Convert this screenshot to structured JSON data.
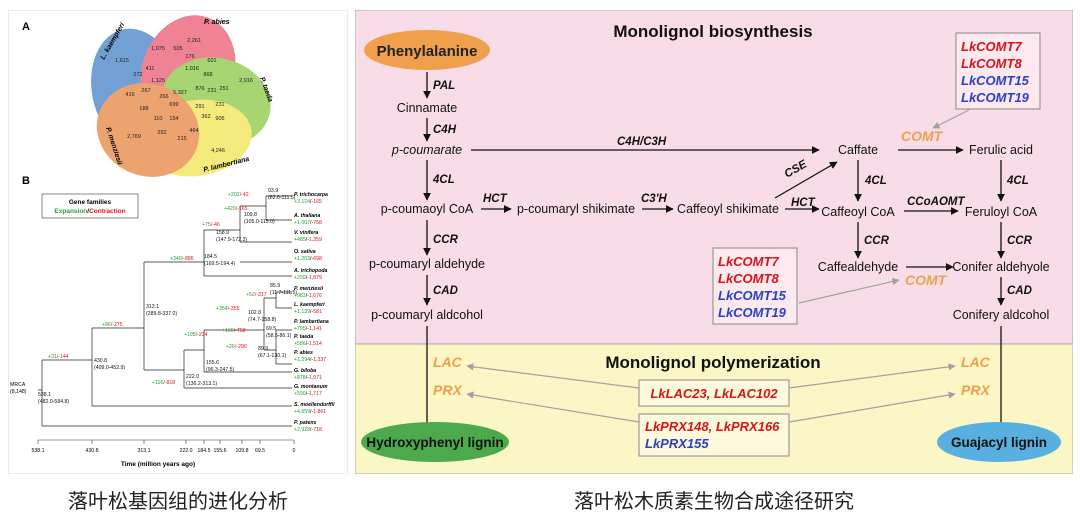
{
  "panel_a": {
    "label": "A",
    "species": {
      "kaempferi": "L. kaempferi",
      "abies": "P. abies",
      "taeda": "P. taeda",
      "lambertiana": "P. lambertiana",
      "menziesii": "P. menziesii"
    },
    "numbers": [
      "1,615",
      "2,261",
      "2,916",
      "4,246",
      "2,769",
      "1,075",
      "505",
      "176",
      "601",
      "231",
      "272",
      "411",
      "1,016",
      "868",
      "1,125",
      "231",
      "5,327",
      "876",
      "251",
      "267",
      "416",
      "266",
      "699",
      "291",
      "188",
      "110",
      "154",
      "362",
      "905",
      "292",
      "464",
      "215"
    ]
  },
  "panel_b": {
    "label": "B",
    "legend_title": "Gene families",
    "legend_expansion": "Expansion",
    "legend_sep": "/",
    "legend_contraction": "Contraction",
    "xlabel": "Time (million years ago)",
    "ticks": [
      "538.1",
      "430.8",
      "313.1",
      "222.0",
      "184.5",
      "155.6",
      "109.8",
      "69.5",
      "0"
    ],
    "root_label": "MRCA",
    "root_count": "(8,148)",
    "taxa": [
      {
        "name": "P. trichocarpa",
        "exp": "+3,124",
        "con": "165"
      },
      {
        "name": "A. thaliana",
        "exp": "+1,007",
        "con": "758"
      },
      {
        "name": "V. vinifera",
        "exp": "+485",
        "con": "1,359"
      },
      {
        "name": "O. sativa",
        "exp": "+1,203",
        "con": "698"
      },
      {
        "name": "A. trichopoda",
        "exp": "+290",
        "con": "1,879"
      },
      {
        "name": "P. menziesii",
        "exp": "+983",
        "con": "1,676"
      },
      {
        "name": "L. kaempferi",
        "exp": "+1,139",
        "con": "581"
      },
      {
        "name": "P. lambertiana",
        "exp": "+795",
        "con": "1,141"
      },
      {
        "name": "P. taeda",
        "exp": "+586",
        "con": "1,514"
      },
      {
        "name": "P. abies",
        "exp": "+1,294",
        "con": "1,337"
      },
      {
        "name": "G. biloba",
        "exp": "+878",
        "con": "1,971"
      },
      {
        "name": "G. montanum",
        "exp": "+590",
        "con": "1,717"
      },
      {
        "name": "S. moellendorffii",
        "exp": "+4,659",
        "con": "1,861"
      },
      {
        "name": "P. patens",
        "exp": "+2,928",
        "con": "718"
      }
    ],
    "nodes": [
      {
        "age": "93.9",
        "ci": "(82.6-111.5)"
      },
      {
        "age": "109.8",
        "ci": "(105.0-115.0)"
      },
      {
        "age": "158.9",
        "ci": "(147.9-172.3)"
      },
      {
        "age": "184.5",
        "ci": "(169.5-194.4)"
      },
      {
        "age": "313.1",
        "ci": "(289.8-337.0)"
      },
      {
        "age": "430.8",
        "ci": "(409.0-452.9)"
      },
      {
        "age": "538.1",
        "ci": "(482.0-584.8)"
      },
      {
        "age": "85.9",
        "ci": "(11.7-111.5)"
      },
      {
        "age": "102.8",
        "ci": "(74.7-158.8)"
      },
      {
        "age": "69.5",
        "ci": "(58.5-86.1)"
      },
      {
        "age": "89.9",
        "ci": "(67.1-130.1)"
      },
      {
        "age": "155.6",
        "ci": "(96.3-247.5)"
      },
      {
        "age": "222.0",
        "ci": "(136.2-313.1)"
      }
    ],
    "branch_changes": [
      {
        "exp": "+202",
        "con": "42"
      },
      {
        "exp": "+420",
        "con": "165"
      },
      {
        "exp": "+75",
        "con": "46"
      },
      {
        "exp": "+340",
        "con": "886"
      },
      {
        "exp": "+86",
        "con": "275"
      },
      {
        "exp": "+31",
        "con": "144"
      },
      {
        "exp": "+52",
        "con": "317"
      },
      {
        "exp": "+354",
        "con": "355"
      },
      {
        "exp": "+166",
        "con": "758"
      },
      {
        "exp": "+26",
        "con": "290"
      },
      {
        "exp": "+195",
        "con": "234"
      },
      {
        "exp": "+116",
        "con": "818"
      }
    ]
  },
  "pathway": {
    "title_biosynthesis": "Monolignol biosynthesis",
    "title_polymerization": "Monolignol polymerization",
    "start": "Phenylalanine",
    "compounds": {
      "cinnamate": "Cinnamate",
      "p_coumarate": "p-coumarate",
      "p_coumaoyl_coa": "p-coumaoyl CoA",
      "p_coumaryl_shikimate": "p-coumaryl shikimate",
      "caffeoyl_shikimate": "Caffeoyl shikimate",
      "caffate": "Caffate",
      "ferulic_acid": "Ferulic acid",
      "caffeoyl_coa": "Caffeoyl CoA",
      "feruloyl_coa": "Feruloyl CoA",
      "p_coumaryl_aldehyde": "p-coumaryl aldehyde",
      "caffealdehyde": "Caffealdehyde",
      "conifer_aldehyde": "Conifer aldehyole",
      "p_coumaryl_alcohol": "p-coumaryl aldcohol",
      "conifery_alcohol": "Conifery aldcohol"
    },
    "enzymes": {
      "pal": "PAL",
      "c4h": "C4H",
      "c4h_c3h": "C4H/C3H",
      "fourcl_a": "4CL",
      "hct_a": "HCT",
      "c3h": "C3'H",
      "cse": "CSE",
      "hct_b": "HCT",
      "fourcl_b": "4CL",
      "ccoaomt": "CCoAOMT",
      "fourcl_c": "4CL",
      "ccr_a": "CCR",
      "ccr_b": "CCR",
      "ccr_c": "CCR",
      "cad_a": "CAD",
      "cad_b": "CAD",
      "comt_a": "COMT",
      "comt_b": "COMT",
      "lac_left": "LAC",
      "prx_left": "PRX",
      "lac_right": "LAC",
      "prx_right": "PRX"
    },
    "comt_box_top": [
      "LkCOMT7",
      "LkCOMT8",
      "LkCOMT15",
      "LkCOMT19"
    ],
    "comt_box_mid": [
      "LkCOMT7",
      "LkCOMT8",
      "LkCOMT15",
      "LkCOMT19"
    ],
    "lac_box": "LkLAC23, LkLAC102",
    "prx_box_line1": "LkPRX148, LkPRX166",
    "prx_box_line2": "LkPRX155",
    "lignin_h": "Hydroxyphenyl lignin",
    "lignin_g": "Guajacyl lignin",
    "colors": {
      "upper_bg": "#f8dde8",
      "lower_bg": "#fbf6c6",
      "orange": "#f0a04c",
      "green": "#4caa4c",
      "blue": "#58b0e0",
      "red": "#d6141c",
      "gene_blue": "#2a40c0"
    }
  },
  "captions": {
    "left": "落叶松基因组的进化分析",
    "right": "落叶松木质素生物合成途径研究"
  }
}
